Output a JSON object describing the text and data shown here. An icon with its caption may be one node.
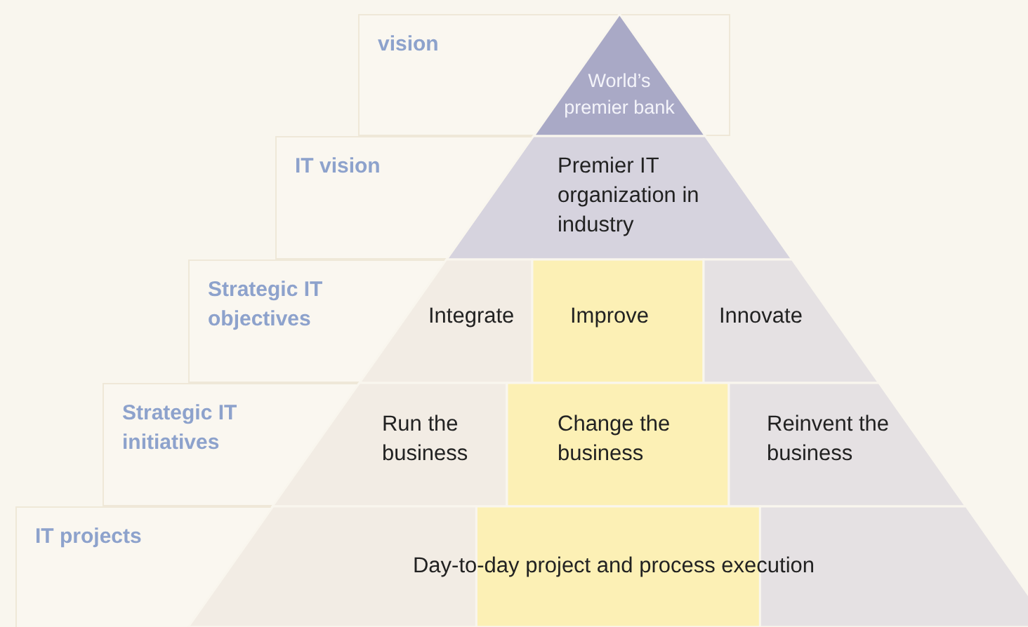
{
  "diagram": {
    "nodes": [
      {
        "text": [
          "World’s premier bank"
        ]
      },
      {
        "text": [
          "Premier IT organization in industry"
        ]
      },
      {
        "text": [
          "Integrate"
        ]
      },
      {
        "text": [
          "Improve"
        ]
      },
      {
        "text": [
          "Innovate"
        ]
      },
      {
        "text": [
          "Run the business"
        ]
      },
      {
        "text": [
          "Change the business"
        ]
      },
      {
        "text": [
          "Reinvent the business"
        ]
      },
      {
        "text": [
          "Day-to-day project and process execution"
        ]
      }
    ],
    "edges": [],
    "labels": [
      "vision",
      "IT vision",
      "Strategic IT objectives",
      "Strategic IT initiatives",
      "IT projects"
    ]
  }
}
